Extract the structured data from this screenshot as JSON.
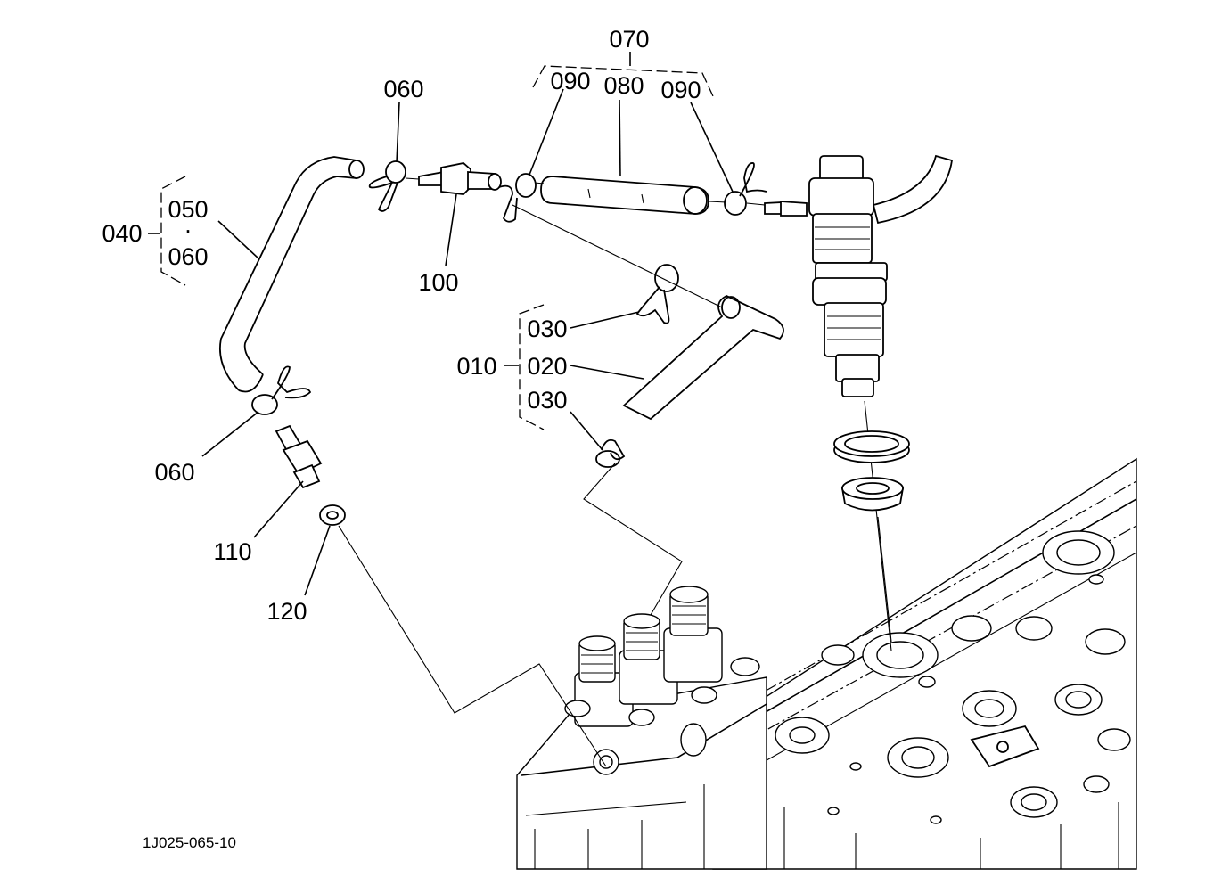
{
  "diagram_code": "1J025-065-10",
  "labels": {
    "l010": "010",
    "l020": "020",
    "l030a": "030",
    "l030b": "030",
    "l040": "040",
    "l050": "050",
    "l060_group": "060",
    "l060_top": "060",
    "l060_left": "060",
    "l070": "070",
    "l080": "080",
    "l090_left": "090",
    "l090_right": "090",
    "l100": "100",
    "l110": "110",
    "l120": "120",
    "dot": "·"
  }
}
